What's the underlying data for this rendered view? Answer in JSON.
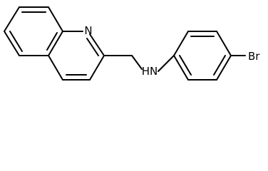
{
  "molecule": {
    "atom_labels": {
      "nitrogen_ring": "N",
      "amine": "HN",
      "bromine": "Br"
    },
    "colors": {
      "bond": "#000000",
      "label": "#000000",
      "background": "#ffffff"
    }
  }
}
